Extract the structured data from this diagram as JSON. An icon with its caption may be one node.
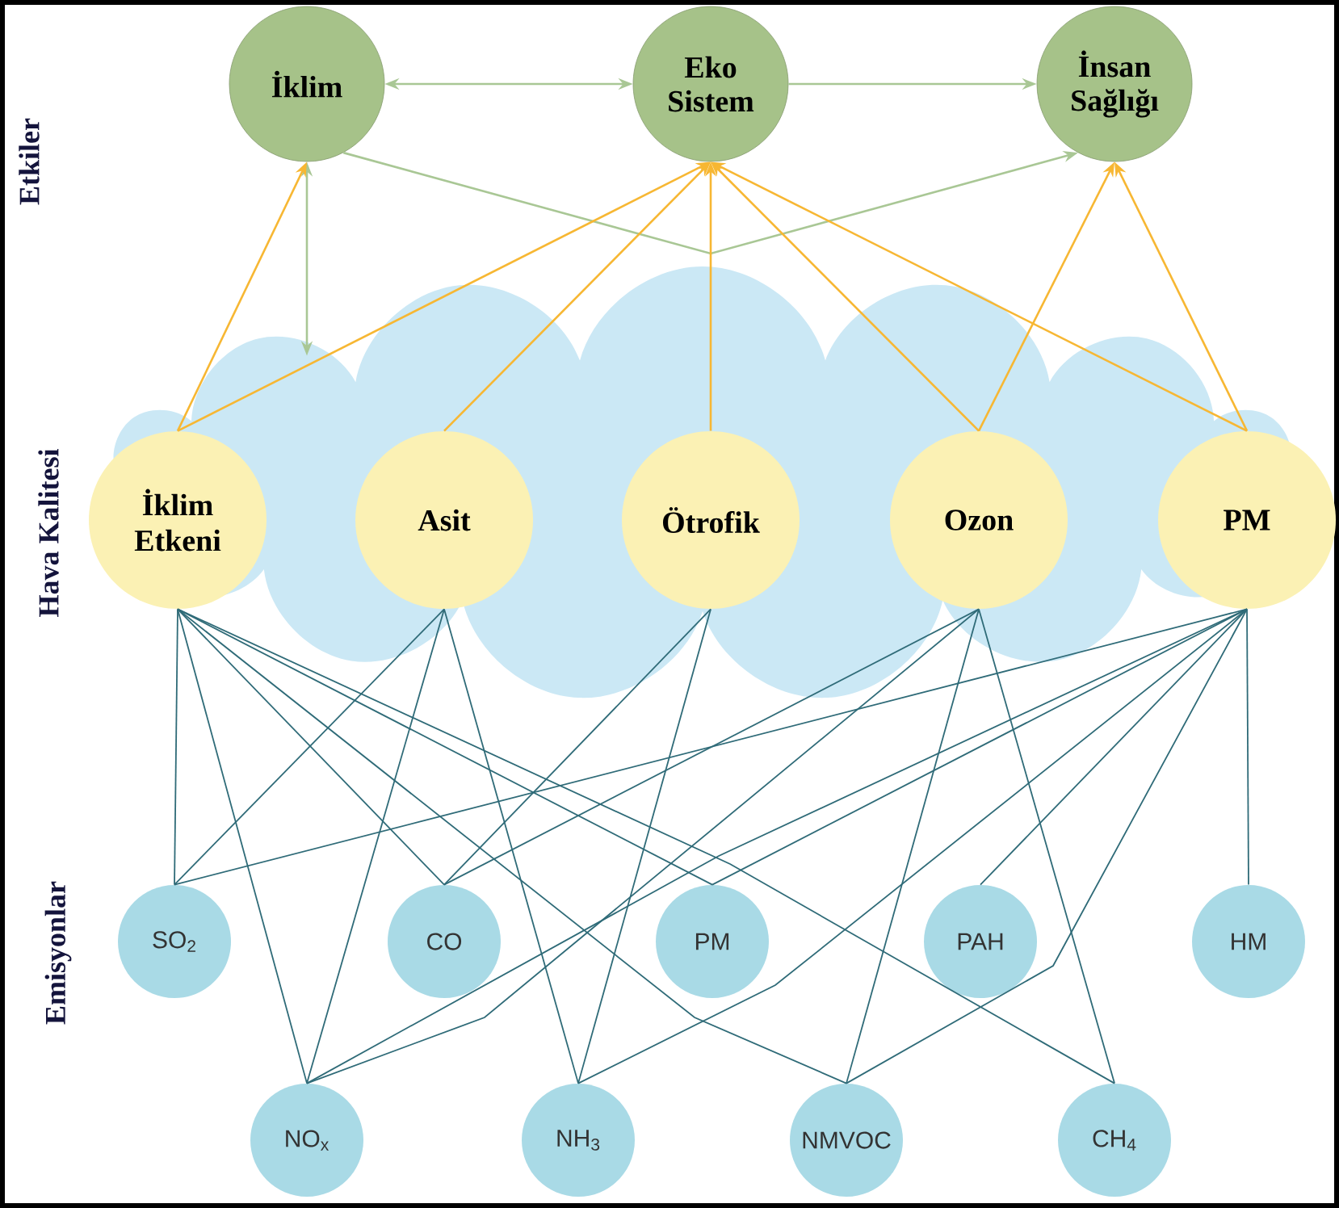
{
  "diagram": {
    "nodes": [
      {
        "text": [
          "İklim"
        ]
      },
      {
        "text": [
          "Eko Sistem"
        ]
      },
      {
        "text": [
          "İnsan Sağlığı"
        ]
      },
      {
        "text": [
          "İklim Etkeni"
        ]
      },
      {
        "text": [
          "Asit"
        ]
      },
      {
        "text": [
          "Ötrofik"
        ]
      },
      {
        "text": [
          "Ozon"
        ]
      },
      {
        "text": [
          "PM"
        ]
      },
      {
        "text": [
          "SO$_{2}$"
        ]
      },
      {
        "text": [
          "CO"
        ]
      },
      {
        "text": [
          "PM"
        ]
      },
      {
        "text": [
          "PAH"
        ]
      },
      {
        "text": [
          "HM"
        ]
      },
      {
        "text": [
          "NO$_{x}$"
        ]
      },
      {
        "text": [
          "NH$_{3}$"
        ]
      },
      {
        "text": [
          "NMVOC"
        ]
      },
      {
        "text": [
          "CH$_{4}$"
        ]
      }
    ],
    "edges": [
      {
        "from": 0,
        "to": 1,
        "arrow": "both",
        "color": "#a9c795"
      },
      {
        "from": 1,
        "to": 2,
        "arrow": "to",
        "color": "#a9c795"
      },
      {
        "from": 0,
        "to": null,
        "arrow": "both",
        "color": "#a9c795"
      },
      {
        "from": 0,
        "to": 2,
        "arrow": "to",
        "color": "#a9c795"
      },
      {
        "from": 3,
        "to": 0,
        "arrow": "to",
        "color": "#f7b733"
      },
      {
        "from": 3,
        "to": 1,
        "arrow": "to",
        "color": "#f7b733"
      },
      {
        "from": 4,
        "to": 1,
        "arrow": "to",
        "color": "#f7b733"
      },
      {
        "from": 5,
        "to": 1,
        "arrow": "to",
        "color": "#f7b733"
      },
      {
        "from": 6,
        "to": 1,
        "arrow": "to",
        "color": "#f7b733"
      },
      {
        "from": 6,
        "to": 2,
        "arrow": "to",
        "color": "#f7b733"
      },
      {
        "from": 7,
        "to": 1,
        "arrow": "to",
        "color": "#f7b733"
      },
      {
        "from": 7,
        "to": 2,
        "arrow": "to",
        "color": "#f7b733"
      },
      {
        "from": 3,
        "to": 8,
        "arrow": "none"
      },
      {
        "from": 3,
        "to": 13,
        "arrow": "none"
      },
      {
        "from": 3,
        "to": 9,
        "arrow": "none"
      },
      {
        "from": 3,
        "to": 10,
        "arrow": "none"
      },
      {
        "from": 3,
        "to": 15,
        "arrow": "none"
      },
      {
        "from": 3,
        "to": 16,
        "arrow": "none"
      },
      {
        "from": 4,
        "to": 8,
        "arrow": "none"
      },
      {
        "from": 4,
        "to": 13,
        "arrow": "none"
      },
      {
        "from": 4,
        "to": 14,
        "arrow": "none"
      },
      {
        "from": 5,
        "to": 9,
        "arrow": "none"
      },
      {
        "from": 5,
        "to": 14,
        "arrow": "none"
      },
      {
        "from": 6,
        "to": 9,
        "arrow": "none"
      },
      {
        "from": 6,
        "to": 13,
        "arrow": "none"
      },
      {
        "from": 6,
        "to": 15,
        "arrow": "none"
      },
      {
        "from": 6,
        "to": 16,
        "arrow": "none"
      },
      {
        "from": 7,
        "to": 8,
        "arrow": "none"
      },
      {
        "from": 7,
        "to": 10,
        "arrow": "none"
      },
      {
        "from": 7,
        "to": 11,
        "arrow": "none"
      },
      {
        "from": 7,
        "to": 15,
        "arrow": "none"
      },
      {
        "from": 7,
        "to": 13,
        "arrow": "none"
      },
      {
        "from": 7,
        "to": 14,
        "arrow": "none"
      },
      {
        "from": 7,
        "to": 12,
        "arrow": "none"
      }
    ],
    "labels": [
      "Etkiler",
      "Hava Kalitesi",
      "Emisyonlar"
    ]
  }
}
